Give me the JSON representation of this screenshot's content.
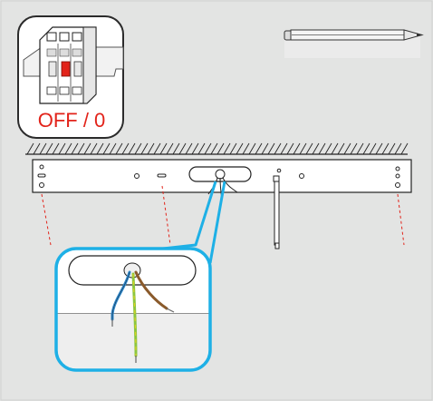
{
  "breaker_label": "OFF / 0",
  "colors": {
    "background": "#e3e4e3",
    "off_text": "#e2231a",
    "callout_outline": "#1eb0e6",
    "leader_dash": "#e2231a",
    "wire_blue": "#2e86c8",
    "wire_brown": "#8a5a2b",
    "wire_green_yellow": "#8cc63f",
    "breaker_switch": "#e2231a"
  },
  "icons": [
    "circuit-breaker-icon",
    "pencil-icon",
    "ceiling-hatch",
    "mounting-rail",
    "wire-callout"
  ]
}
